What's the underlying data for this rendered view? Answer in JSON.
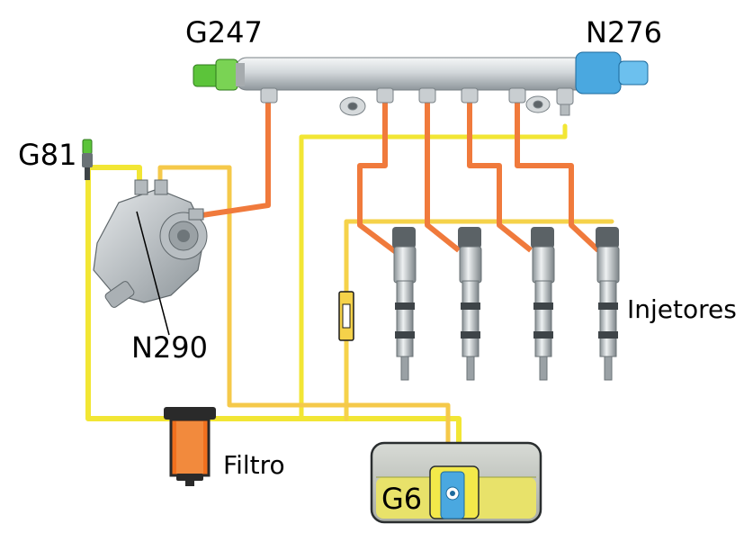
{
  "labels": {
    "g247": "G247",
    "n276": "N276",
    "g81": "G81",
    "n290": "N290",
    "injetores": "Injetores",
    "filtro": "Filtro",
    "g6": "G6"
  },
  "colors": {
    "high_pressure": "#f07a3c",
    "low_pressure": "#f2e634",
    "return": "#f5c94a",
    "rail": "#c7ccd0",
    "g247_sensor": "#5cc43a",
    "n276_valve": "#4aa8e0",
    "filter_element": "#f0701e",
    "tank_fuel": "#e8e26a"
  }
}
